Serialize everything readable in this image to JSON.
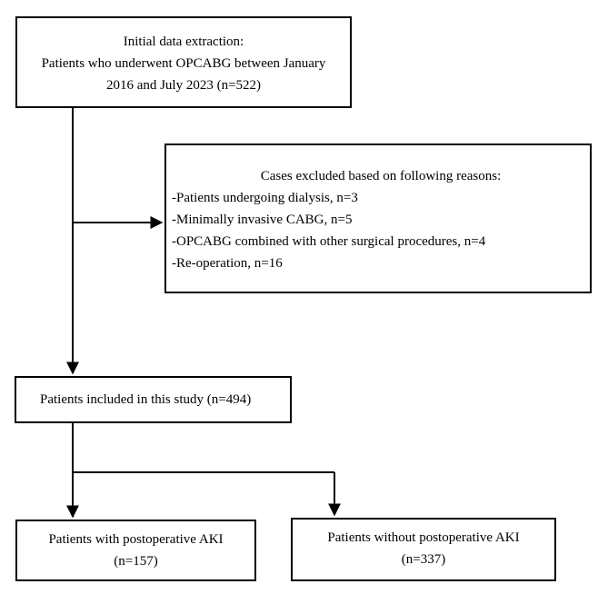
{
  "boxes": {
    "initial": {
      "lines": [
        "Initial data extraction:",
        "Patients who underwent OPCABG between January",
        "2016 and July 2023 (n=522)"
      ]
    },
    "excluded": {
      "title": "Cases excluded based on following reasons:",
      "reasons": [
        "-Patients undergoing dialysis, n=3",
        "-Minimally invasive CABG, n=5",
        "-OPCABG combined with other surgical procedures, n=4",
        "-Re-operation, n=16"
      ]
    },
    "included": {
      "text": "Patients included in this study (n=494)"
    },
    "with_aki": {
      "lines": [
        "Patients with postoperative AKI",
        "(n=157)"
      ]
    },
    "without_aki": {
      "lines": [
        "Patients without postoperative AKI",
        "(n=337)"
      ]
    }
  }
}
